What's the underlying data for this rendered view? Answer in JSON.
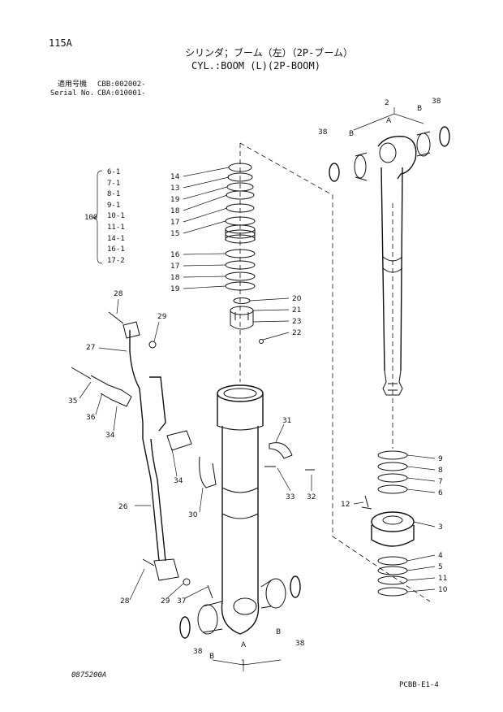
{
  "header": {
    "page_code": "115A",
    "title_jp": "シリンダ；ブーム（左）（2P-ブーム）",
    "title_en": "CYL.:BOOM (L)(2P-BOOM)",
    "applicable_label": "適用号機",
    "applicable_value": "CBB:002002-",
    "serial_label": "Serial No.",
    "serial_value": "CBA:010001-"
  },
  "kit": {
    "number": "100",
    "items": [
      "6-1",
      "7-1",
      "8-1",
      "9-1",
      "10-1",
      "11-1",
      "14-1",
      "16-1",
      "17-2"
    ]
  },
  "callouts": {
    "seal_kit_left": [
      "14",
      "13",
      "19",
      "18",
      "17",
      "15",
      "16",
      "17",
      "18",
      "19"
    ],
    "nut_right": [
      "20",
      "21",
      "23",
      "22"
    ],
    "rod_assembly": [
      "2",
      "A",
      "B",
      "B",
      "38",
      "38"
    ],
    "rod_seals": [
      "9",
      "8",
      "7",
      "6",
      "3",
      "12",
      "4",
      "5",
      "11",
      "10"
    ],
    "piping": [
      "28",
      "29",
      "27",
      "35",
      "36",
      "34",
      "34",
      "26",
      "28",
      "29",
      "37",
      "30",
      "31",
      "33",
      "32"
    ],
    "tube_assembly": [
      "1",
      "A",
      "B",
      "B",
      "38",
      "38"
    ]
  },
  "footer": {
    "drawing_no": "0875200A",
    "page_ref": "PCBB-E1-4"
  }
}
